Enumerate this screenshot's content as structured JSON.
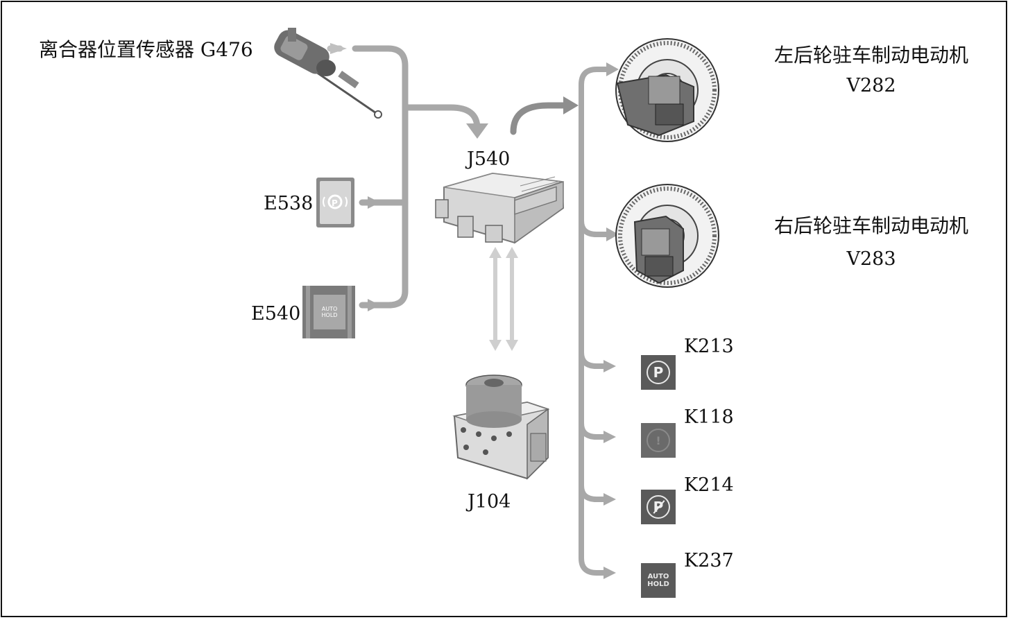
{
  "inputs": {
    "clutch_sensor": "离合器位置传感器 G476",
    "e538": "E538",
    "e540": "E540",
    "e540_switch_text": "AUTO HOLD"
  },
  "controllers": {
    "j540": "J540",
    "j104": "J104"
  },
  "outputs": {
    "left_motor_name": "左后轮驻车制动电动机",
    "left_motor_code": "V282",
    "right_motor_name": "右后轮驻车制动电动机",
    "right_motor_code": "V283",
    "k213": "K213",
    "k118": "K118",
    "k214": "K214",
    "k237": "K237",
    "k237_lamp_text": "AUTO HOLD",
    "k213_symbol": "P",
    "k214_symbol": "P",
    "k118_symbol": "!"
  },
  "colors": {
    "arrow": "#a0a0a0",
    "arrow_light": "#c4c4c4",
    "lamp_bg": "#5a5a5a"
  }
}
